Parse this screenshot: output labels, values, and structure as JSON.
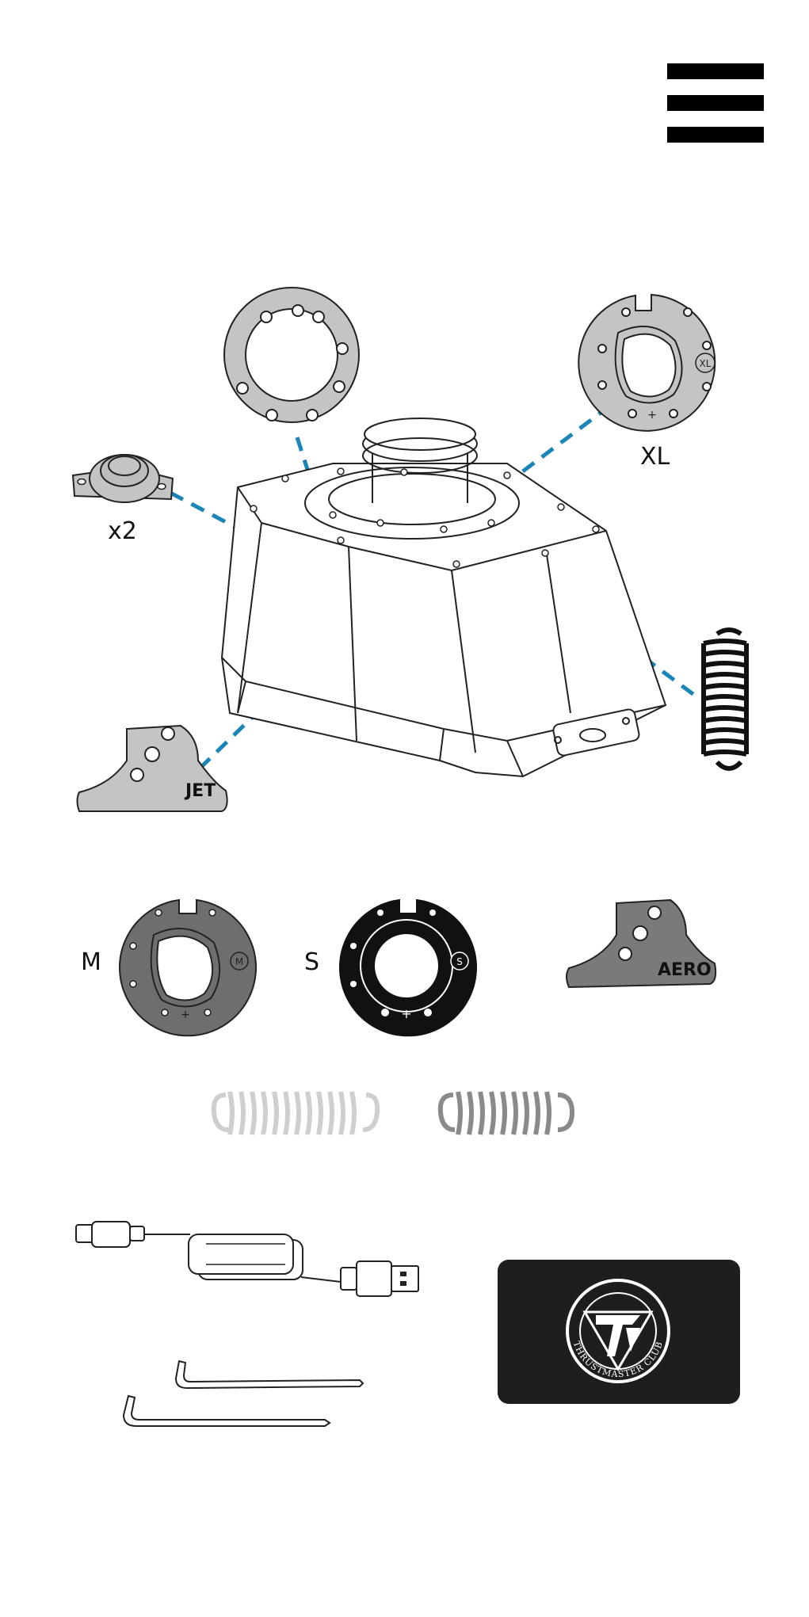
{
  "menu": {
    "icon": "hamburger-menu-icon"
  },
  "labels": {
    "xl": "XL",
    "x2": "x2",
    "jet": "JET",
    "m": "M",
    "s": "S",
    "aero": "AERO",
    "xl_badge": "XL",
    "m_badge": "M",
    "s_badge": "S"
  },
  "card": {
    "brand_text": "THRUSTMASTER CLUB",
    "logo_icon": "thrustmaster-logo-icon"
  },
  "colors": {
    "leader": "#1b85b8",
    "gray_part": "#c4c4c4",
    "m_plate": "#6e6e6e",
    "s_plate": "#111111",
    "aero_plate": "#7a7a7a",
    "spring_black": "#111111",
    "spring_light": "#cfcfcf",
    "spring_mid": "#8a8a8a",
    "card_bg": "#1e1e1e"
  }
}
